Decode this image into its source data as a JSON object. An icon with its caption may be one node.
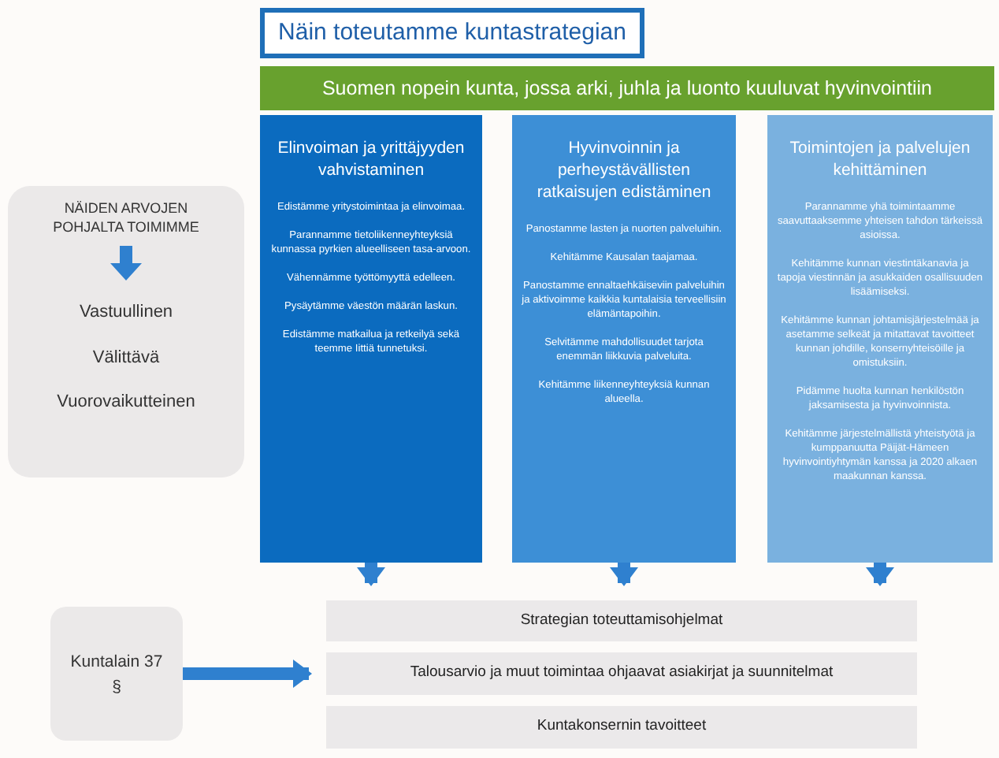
{
  "diagram": {
    "nodes": [
      {
        "text": [
          "Näin toteutamme kuntastrategian"
        ]
      },
      {
        "text": [
          "Suomen nopein kunta, jossa arki, juhla ja luonto kuuluvat hyvinvointiin"
        ]
      },
      {
        "text": [
          "Elinvoiman ja yrittäjyyden vahvistaminen",
          "Edistämme yritystoimintaa ja elinvoimaa.",
          "Parannamme tietoliikenneyhteyksiä kunnassa pyrkien alueelliseen tasa-arvoon.",
          "Vähennämme työttömyyttä edelleen.",
          "Pysäytämme väestön määrän laskun.",
          "Edistämme matkailua ja retkeilyä sekä teemme Iittiä tunnetuksi."
        ]
      },
      {
        "text": [
          "Hyvinvoinnin ja perheystävällisten ratkaisujen edistäminen",
          "Panostamme lasten ja nuorten palveluihin.",
          "Kehitämme Kausalan taajamaa.",
          "Panostamme ennaltaehkäiseviin palveluihin ja aktivoimme kaikkia kuntalaisia terveellisiin elämäntapoihin.",
          "Selvitämme mahdollisuudet tarjota enemmän liikkuvia palveluita.",
          "Kehitämme liikenneyhteyksiä kunnan alueella."
        ]
      },
      {
        "text": [
          "Toimintojen ja palvelujen kehittäminen",
          "Parannamme yhä toimintaamme saavuttaaksemme yhteisen tahdon tärkeissä asioissa.",
          "Kehitämme kunnan viestintäkanavia ja tapoja viestinnän ja asukkaiden osallisuuden lisäämiseksi.",
          "Kehitämme kunnan johtamisjärjestelmää ja asetamme selkeät ja mitattavat tavoitteet kunnan johdille, konsernyhteisöille ja omistuksiin.",
          "Pidämme huolta kunnan henkilöstön jaksamisesta ja hyvinvoinnista.",
          "Kehitämme järjestelmällistä yhteistyötä ja kumppanuutta Päijät-Hämeen hyvinvointiyhtymän kanssa ja 2020 alkaen maakunnan kanssa."
        ]
      },
      {
        "text": [
          "NÄIDEN ARVOJEN POHJALTA TOIMIMME",
          "Vastuullinen",
          "Välittävä",
          "Vuorovaikutteinen"
        ]
      },
      {
        "text": [
          "Kuntalain 37 §"
        ]
      },
      {
        "text": [
          "Strategian toteuttamisohjelmat"
        ]
      },
      {
        "text": [
          "Talousarvio ja muut toimintaa ohjaavat asiakirjat ja suunnitelmat"
        ]
      },
      {
        "text": [
          "Kuntakonsernin tavoitteet"
        ]
      }
    ],
    "edges": [
      {
        "from": 2,
        "to": 7,
        "arrow": "to"
      },
      {
        "from": 3,
        "to": 7,
        "arrow": "to"
      },
      {
        "from": 4,
        "to": 7,
        "arrow": "to"
      },
      {
        "from": 6,
        "to": 8,
        "arrow": "to"
      }
    ]
  }
}
